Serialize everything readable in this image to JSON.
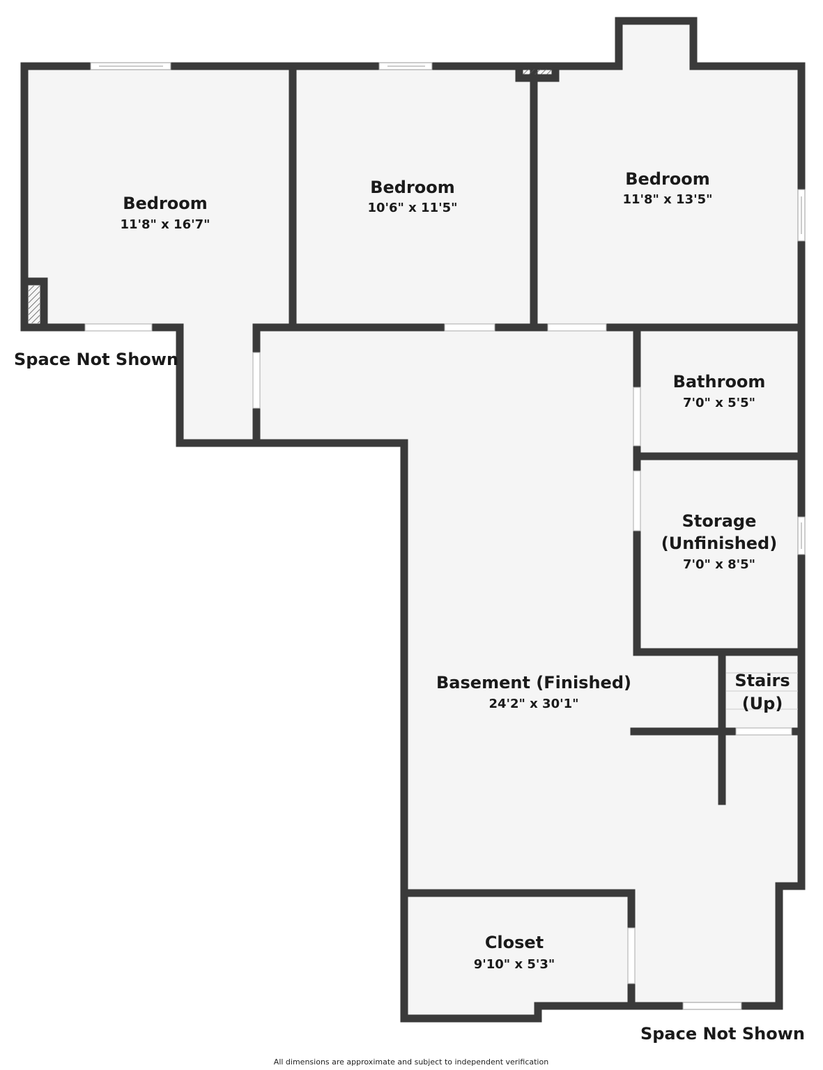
{
  "rooms": [
    {
      "id": "bedroom-1",
      "name": "Bedroom",
      "dims": "11'8\" x 16'7\""
    },
    {
      "id": "bedroom-2",
      "name": "Bedroom",
      "dims": "10'6\" x 11'5\""
    },
    {
      "id": "bedroom-3",
      "name": "Bedroom",
      "dims": "11'8\" x 13'5\""
    },
    {
      "id": "bathroom",
      "name": "Bathroom",
      "dims": "7'0\" x 5'5\""
    },
    {
      "id": "storage",
      "name_line1": "Storage",
      "name_line2": "(Unfinished)",
      "dims": "7'0\" x 8'5\""
    },
    {
      "id": "stairs",
      "name_line1": "Stairs",
      "name_line2": "(Up)"
    },
    {
      "id": "basement",
      "name": "Basement (Finished)",
      "dims": "24'2\" x 30'1\""
    },
    {
      "id": "closet",
      "name": "Closet",
      "dims": "9'10\" x 5'3\""
    }
  ],
  "outside_labels": {
    "left": "Space Not Shown",
    "bottom_right": "Space Not Shown"
  },
  "disclaimer": "All dimensions are approximate and subject to independent verification",
  "colors": {
    "wall": "#3a3a3a",
    "floor": "#f5f5f5",
    "background": "#ffffff",
    "text": "#1a1a1a"
  }
}
